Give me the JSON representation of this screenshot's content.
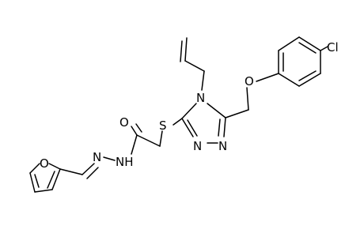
{
  "atoms": {
    "cl": "Cl",
    "o_ether": "O",
    "n4": "N",
    "s": "S",
    "n_ring_left": "N",
    "n_ring_right": "N",
    "o_carbonyl": "O",
    "nh": "NH",
    "n_hydrazone": "N",
    "o_furan": "O"
  }
}
